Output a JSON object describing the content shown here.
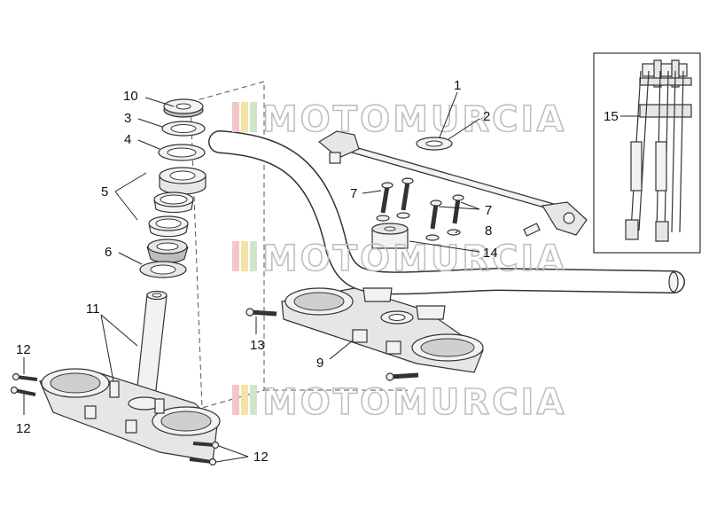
{
  "watermark": {
    "text": "MOTOMURCIA",
    "stripe_colors": [
      "#f3c7c7",
      "#f4e3a6",
      "#cfe7c8"
    ]
  },
  "callouts": {
    "c1": "1",
    "c2": "2",
    "c3": "3",
    "c4": "4",
    "c5": "5",
    "c6": "6",
    "c7a": "7",
    "c7b": "7",
    "c8": "8",
    "c9": "9",
    "c10": "10",
    "c11": "11",
    "c12a": "12",
    "c12b": "12",
    "c12c": "12",
    "c13": "13",
    "c14": "14",
    "c15": "15"
  }
}
